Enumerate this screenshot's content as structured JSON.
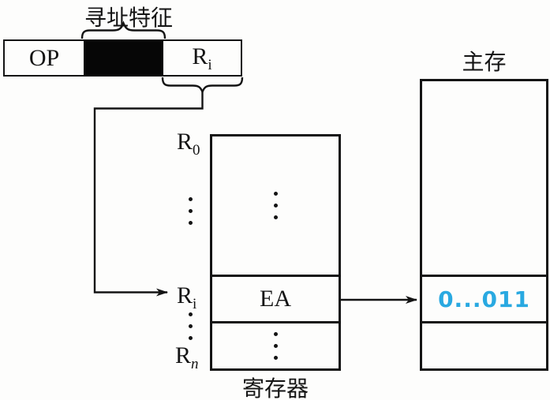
{
  "annotations": {
    "addressing_feature": "寻址特征"
  },
  "instruction": {
    "op_label": "OP",
    "reg_label_base": "R",
    "reg_label_sub": "i"
  },
  "register_file": {
    "title": "寄存器",
    "ea_value": "EA",
    "labels": {
      "r0": {
        "base": "R",
        "sub": "0"
      },
      "ri": {
        "base": "R",
        "sub": "i"
      },
      "rn": {
        "base": "R",
        "sub": "n"
      }
    }
  },
  "memory": {
    "title": "主存",
    "cell_value": "0...011"
  },
  "colors": {
    "line": "#141414",
    "opcode_mode_fill": "#060606",
    "memory_value_blue": "#29A9E1"
  }
}
